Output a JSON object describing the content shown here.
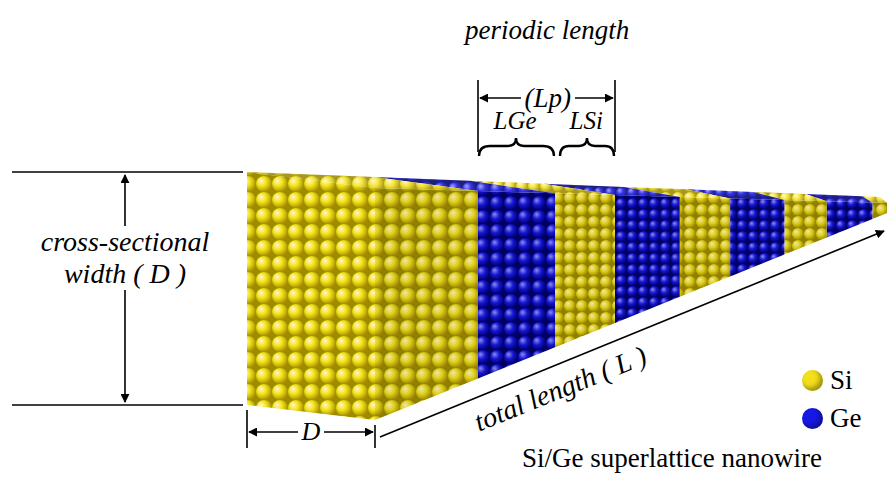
{
  "diagram": {
    "caption": "Si/Ge superlattice nanowire",
    "labels": [
      "periodic length",
      "(Lp)",
      "LGe",
      "LSi",
      "cross-sectional width ( D )",
      "total length ( L )",
      "D"
    ],
    "legend": [
      {
        "text": "Si",
        "color": "#f3e01a"
      },
      {
        "text": "Ge",
        "color": "#1818e6"
      }
    ]
  }
}
